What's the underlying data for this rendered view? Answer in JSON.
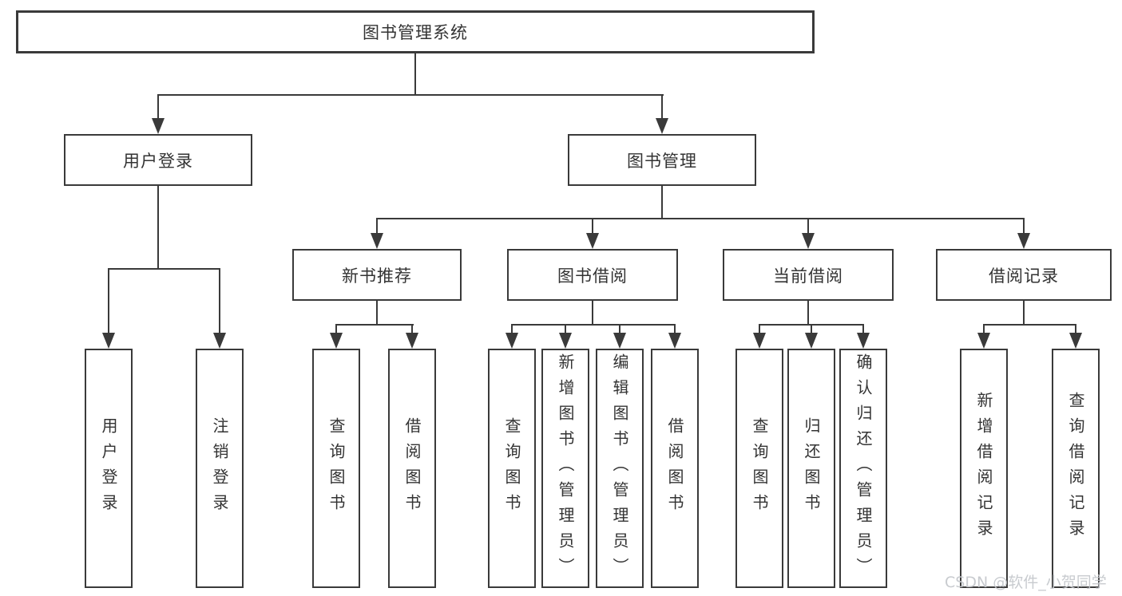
{
  "diagram": {
    "title": "图书管理系统",
    "branches": [
      {
        "label": "用户登录",
        "children": [
          {
            "label": "用户登录"
          },
          {
            "label": "注销登录"
          }
        ]
      },
      {
        "label": "图书管理",
        "children": [
          {
            "label": "新书推荐",
            "children": [
              {
                "label": "查询图书"
              },
              {
                "label": "借阅图书"
              }
            ]
          },
          {
            "label": "图书借阅",
            "children": [
              {
                "label": "查询图书"
              },
              {
                "label": "新增图书（管理员）"
              },
              {
                "label": "编辑图书（管理员）"
              },
              {
                "label": "借阅图书"
              }
            ]
          },
          {
            "label": "当前借阅",
            "children": [
              {
                "label": "查询图书"
              },
              {
                "label": "归还图书"
              },
              {
                "label": "确认归还（管理员）"
              }
            ]
          },
          {
            "label": "借阅记录",
            "children": [
              {
                "label": "新增借阅记录"
              },
              {
                "label": "查询借阅记录"
              }
            ]
          }
        ]
      }
    ]
  },
  "watermark": {
    "text": "CSDN @软件_小贺同学"
  },
  "colors": {
    "line": "#3a3a3a",
    "text": "#333333",
    "watermark": "#c4c7cc",
    "background": "#ffffff"
  }
}
